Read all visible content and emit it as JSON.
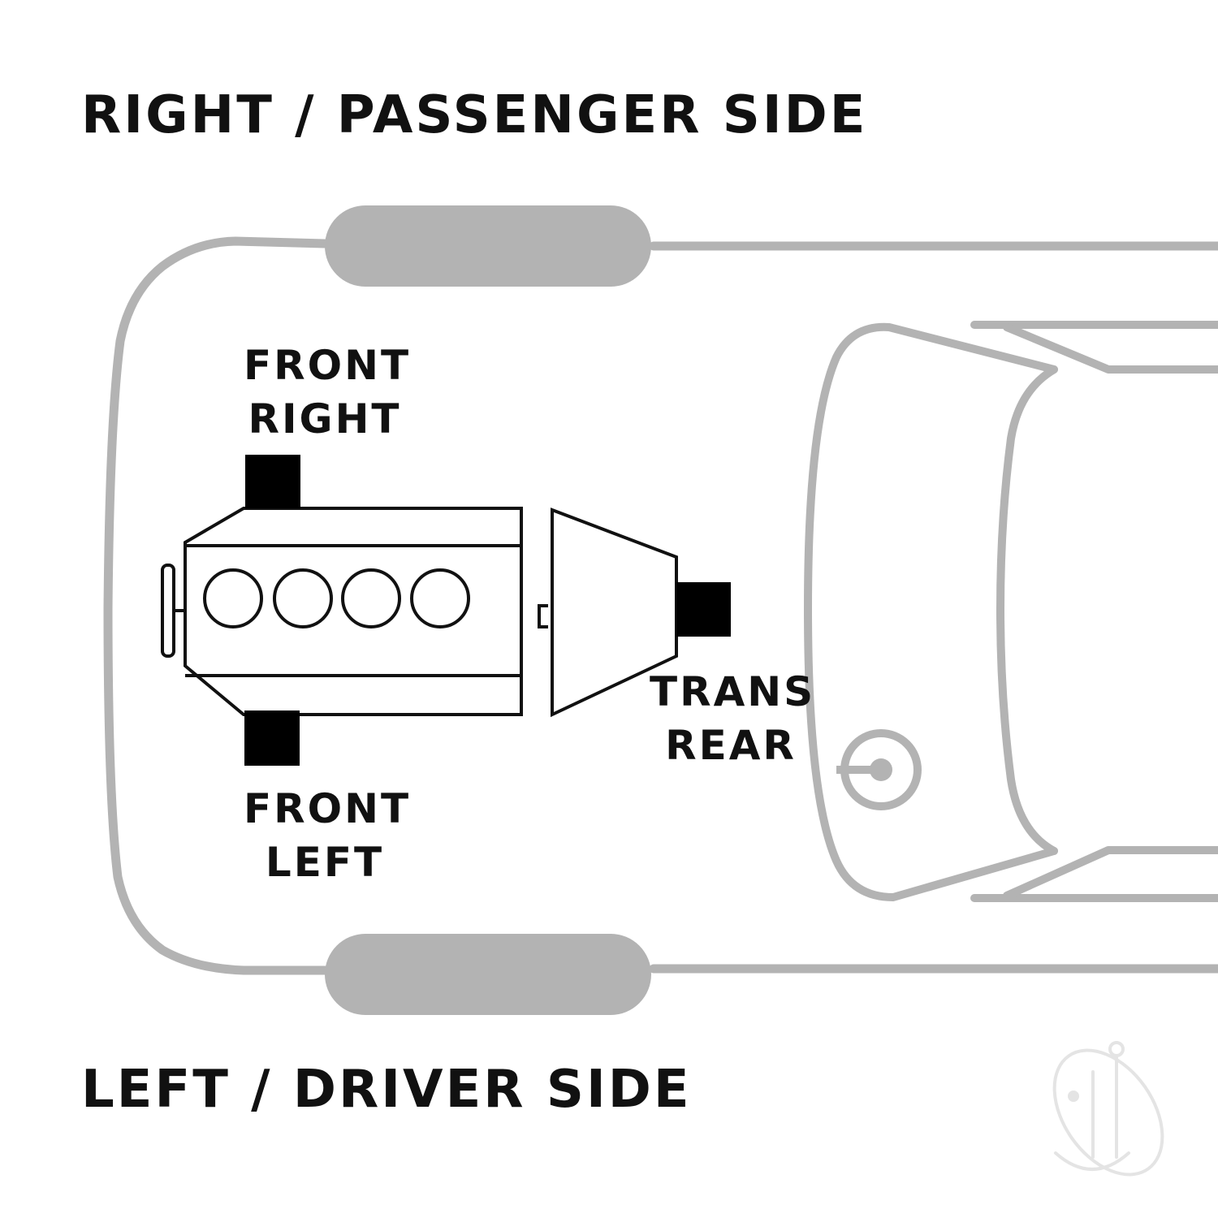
{
  "side_labels": {
    "top": "RIGHT / PASSENGER SIDE",
    "bottom": "LEFT / DRIVER SIDE"
  },
  "mounts": {
    "front_right": {
      "line1": "FRONT",
      "line2": "RIGHT"
    },
    "front_left": {
      "line1": "FRONT",
      "line2": "LEFT"
    },
    "trans_rear": {
      "line1": "TRANS",
      "line2": "REAR"
    }
  },
  "colors": {
    "car_outline": "#b3b3b3",
    "engine_outline": "#111111",
    "mount_fill": "#000000",
    "text": "#111111"
  },
  "watermark": {
    "icon": "anchor-logo-icon"
  }
}
